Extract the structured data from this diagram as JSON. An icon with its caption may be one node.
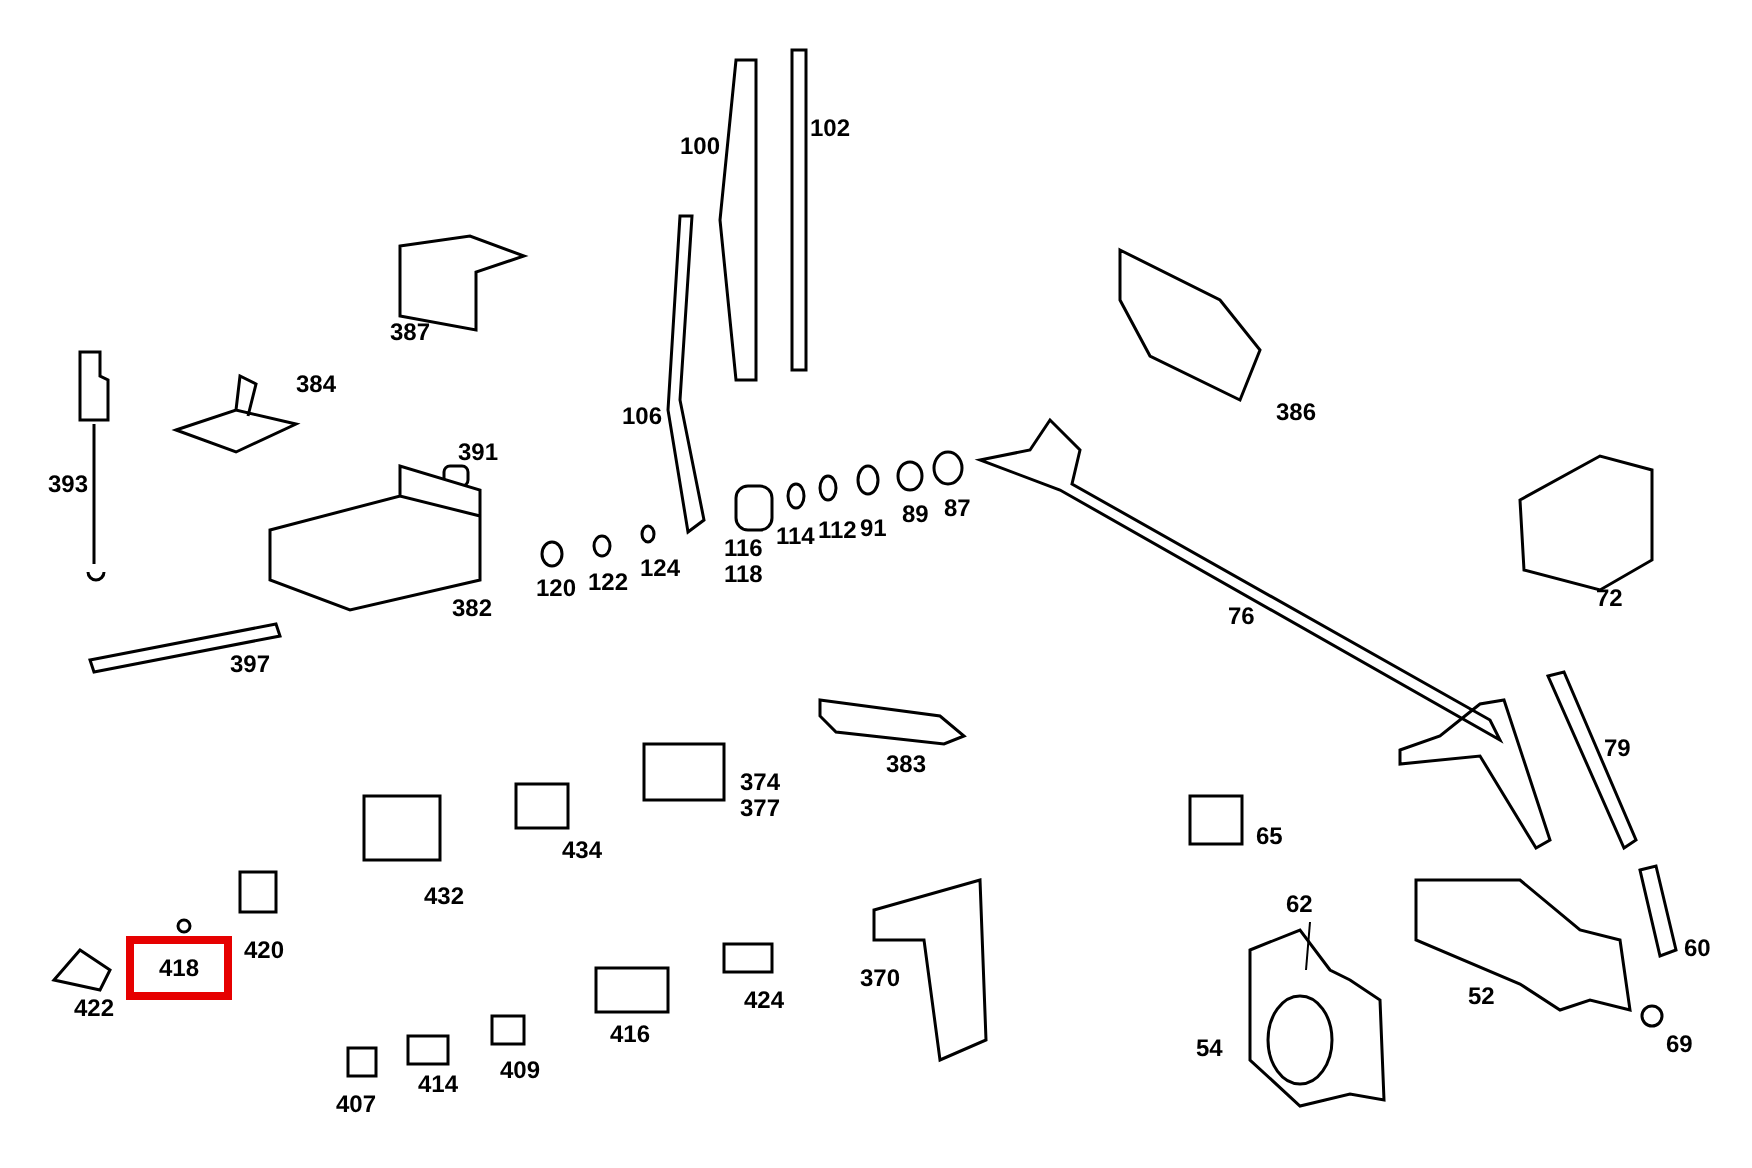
{
  "diagram": {
    "nodes": [
      {
        "text": [
          "62"
        ]
      },
      {
        "text": [],
        "shape": "picture"
      },
      {
        "text": [
          "418"
        ]
      }
    ],
    "edges": [
      {
        "from": 0,
        "to": 1,
        "arrow": "none"
      }
    ],
    "labels": [
      "102",
      "100",
      "387",
      "386",
      "384",
      "391",
      "393",
      "106",
      "87",
      "89",
      "91",
      "112",
      "114",
      "116",
      "118",
      "120",
      "122",
      "124",
      "382",
      "72",
      "397",
      "76",
      "374",
      "377",
      "383",
      "65",
      "79",
      "432",
      "434",
      "420",
      "422",
      "60",
      "52",
      "54",
      "69",
      "370",
      "416",
      "424",
      "409",
      "414",
      "407"
    ]
  }
}
